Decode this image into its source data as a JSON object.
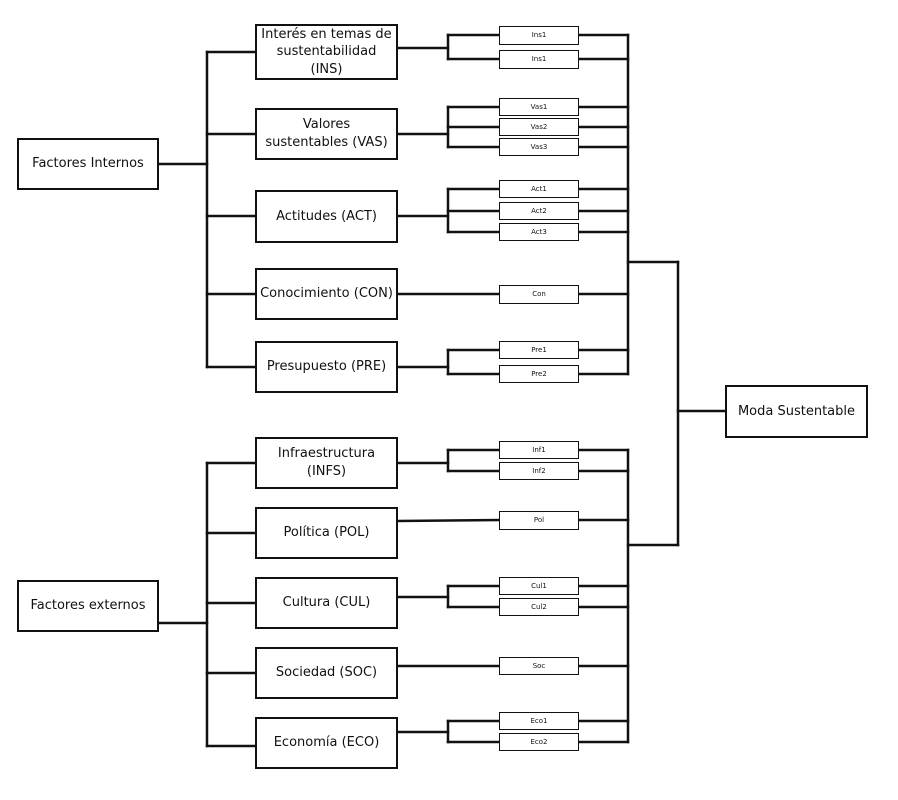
{
  "groups": {
    "internal": "Factores Internos",
    "external": "Factores externos"
  },
  "result": "Moda Sustentable",
  "factors": {
    "ins": {
      "label": "Interés en temas de sustentabilidad (INS)",
      "items": [
        "Ins1",
        "Ins1"
      ]
    },
    "vas": {
      "label": "Valores sustentables (VAS)",
      "items": [
        "Vas1",
        "Vas2",
        "Vas3"
      ]
    },
    "act": {
      "label": "Actitudes (ACT)",
      "items": [
        "Act1",
        "Act2",
        "Act3"
      ]
    },
    "con": {
      "label": "Conocimiento (CON)",
      "items": [
        "Con"
      ]
    },
    "pre": {
      "label": "Presupuesto (PRE)",
      "items": [
        "Pre1",
        "Pre2"
      ]
    },
    "infs": {
      "label": "Infraestructura (INFS)",
      "items": [
        "Inf1",
        "Inf2"
      ]
    },
    "pol": {
      "label": "Política (POL)",
      "items": [
        "Pol"
      ]
    },
    "cul": {
      "label": "Cultura (CUL)",
      "items": [
        "Cul1",
        "Cul2"
      ]
    },
    "soc": {
      "label": "Sociedad (SOC)",
      "items": [
        "Soc"
      ]
    },
    "eco": {
      "label": "Economía (ECO)",
      "items": [
        "Eco1",
        "Eco2"
      ]
    }
  }
}
